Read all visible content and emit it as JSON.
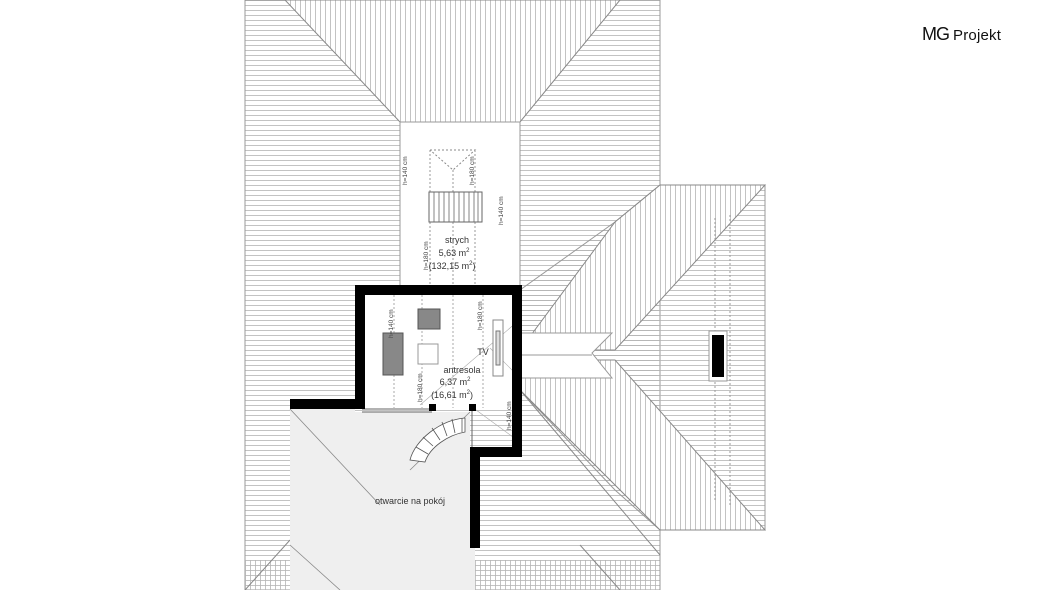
{
  "brand": {
    "mg": "MG",
    "rest": "Projekt"
  },
  "rooms": {
    "attic": {
      "name": "strych",
      "area": "5,63 m",
      "area_total": "(132,15 m",
      "sup": "2",
      "close": ")"
    },
    "mezzanine": {
      "name": "antresola",
      "area": "6,37 m",
      "area_total": "(16,61 m",
      "sup": "2",
      "close": ")"
    },
    "opening": {
      "name": "otwarcie na pokój"
    }
  },
  "labels": {
    "tv": "TV"
  },
  "heights": {
    "h140": "h=140 cm",
    "h180": "h=180 cm"
  },
  "colors": {
    "wall": "#000000",
    "hatch": "#b4b4b4",
    "line": "#888888",
    "opening_fill": "#efefef"
  }
}
